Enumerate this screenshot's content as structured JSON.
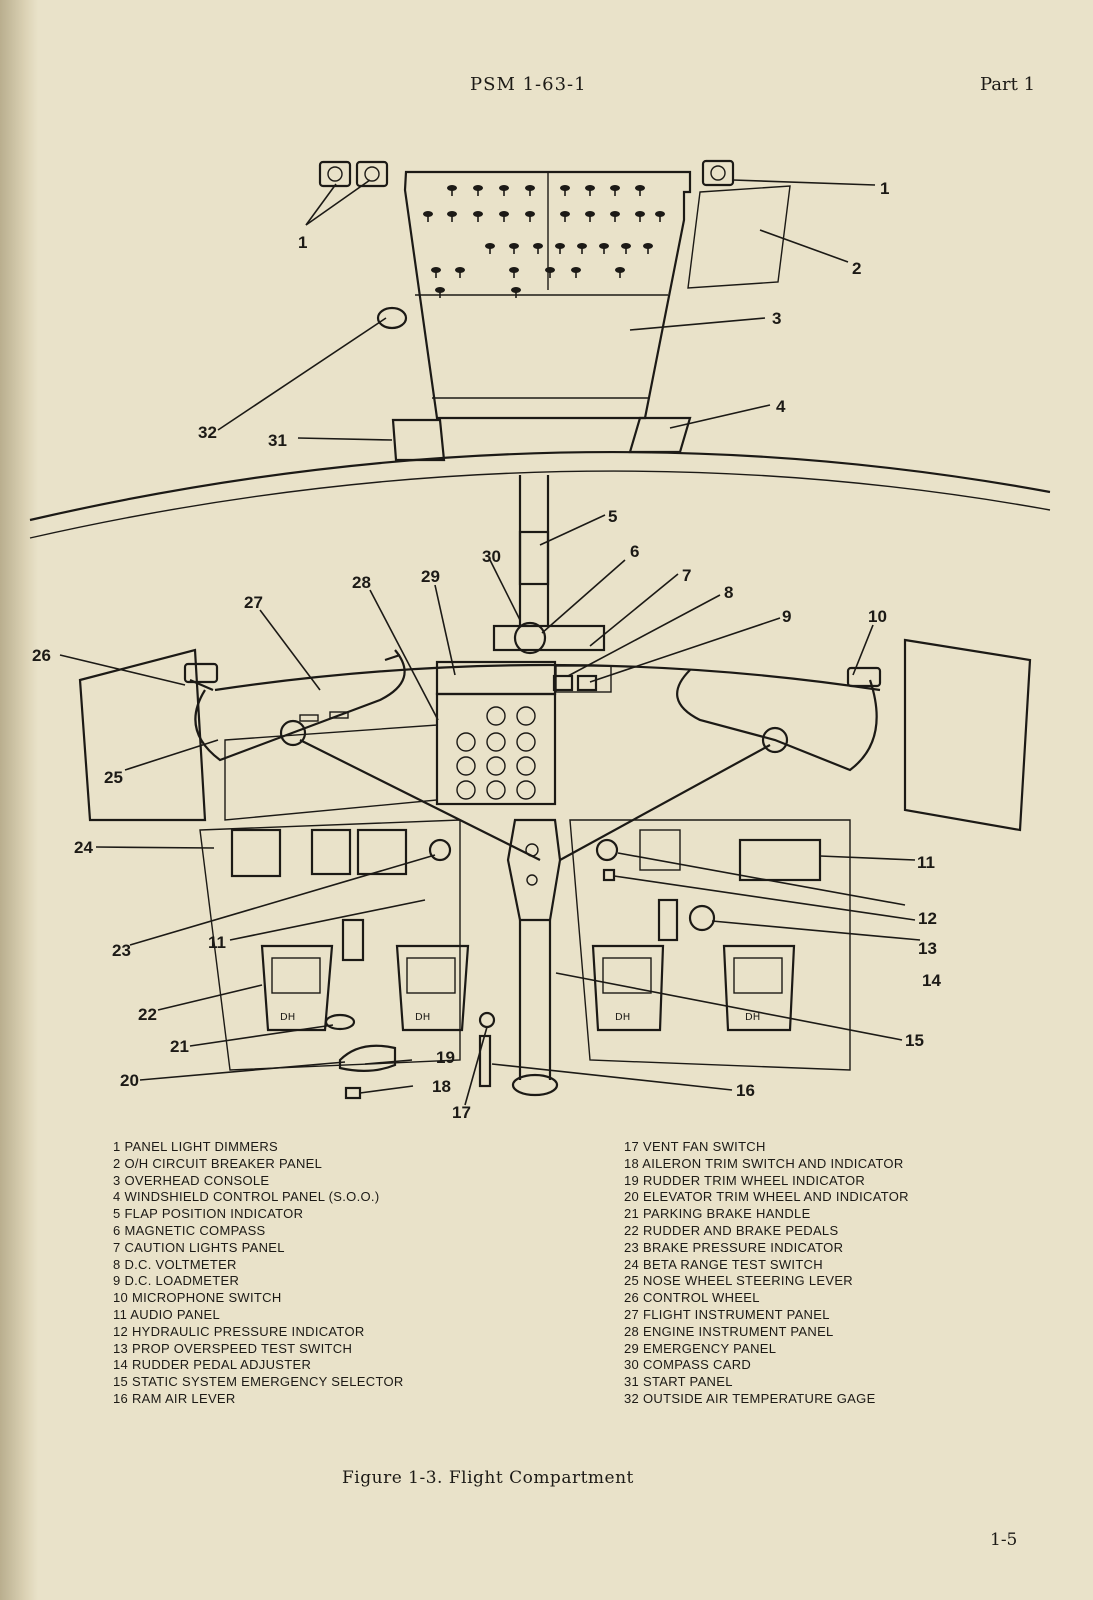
{
  "header": {
    "doc_id": "PSM 1-63-1",
    "part": "Part 1"
  },
  "figure": {
    "caption": "Figure 1-3.  Flight Compartment",
    "callouts": [
      "1",
      "1",
      "2",
      "3",
      "4",
      "5",
      "6",
      "7",
      "8",
      "9",
      "10",
      "11",
      "11",
      "12",
      "13",
      "14",
      "15",
      "16",
      "17",
      "18",
      "19",
      "20",
      "21",
      "22",
      "23",
      "24",
      "25",
      "26",
      "27",
      "28",
      "29",
      "30",
      "31",
      "32"
    ],
    "placard_text": [
      "DH",
      "DH",
      "DH",
      "DH"
    ],
    "legend_left": [
      "1 PANEL LIGHT DIMMERS",
      "2 O/H CIRCUIT BREAKER PANEL",
      "3 OVERHEAD CONSOLE",
      "4 WINDSHIELD CONTROL PANEL (S.O.O.)",
      "5 FLAP POSITION INDICATOR",
      "6 MAGNETIC COMPASS",
      "7 CAUTION LIGHTS PANEL",
      "8 D.C. VOLTMETER",
      "9 D.C. LOADMETER",
      "10 MICROPHONE SWITCH",
      "11 AUDIO PANEL",
      "12 HYDRAULIC PRESSURE INDICATOR",
      "13 PROP OVERSPEED TEST SWITCH",
      "14 RUDDER PEDAL ADJUSTER",
      "15 STATIC SYSTEM EMERGENCY SELECTOR",
      "16 RAM AIR LEVER"
    ],
    "legend_right": [
      "17 VENT FAN SWITCH",
      "18 AILERON TRIM SWITCH AND INDICATOR",
      "19 RUDDER TRIM WHEEL INDICATOR",
      "20 ELEVATOR TRIM WHEEL AND INDICATOR",
      "21 PARKING BRAKE HANDLE",
      "22 RUDDER AND BRAKE PEDALS",
      "23 BRAKE PRESSURE INDICATOR",
      "24 BETA RANGE TEST SWITCH",
      "25 NOSE WHEEL STEERING LEVER",
      "26 CONTROL WHEEL",
      "27 FLIGHT INSTRUMENT PANEL",
      "28 ENGINE INSTRUMENT PANEL",
      "29 EMERGENCY PANEL",
      "30 COMPASS CARD",
      "31 START PANEL",
      "32 OUTSIDE AIR TEMPERATURE GAGE"
    ]
  },
  "footer": {
    "page_number": "1-5"
  }
}
